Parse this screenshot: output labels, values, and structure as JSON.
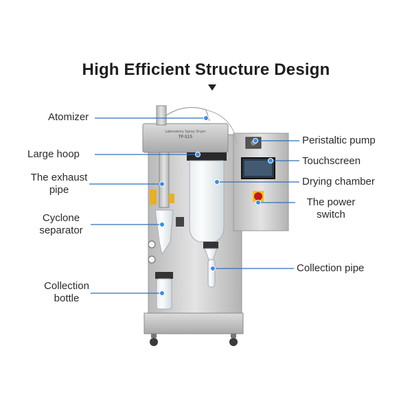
{
  "title": "High Efficient Structure Design",
  "colors": {
    "leader": "#2f6fb8",
    "dot": "#3a8ee6",
    "steel": "#c9c9c9",
    "steel_dark": "#8e8e8e",
    "text": "#2a2a2a"
  },
  "labels": {
    "atomizer": "Atomizer",
    "large_hoop": "Large hoop",
    "exhaust_pipe_1": "The exhaust",
    "exhaust_pipe_2": "pipe",
    "cyclone_1": "Cyclone",
    "cyclone_2": "separator",
    "collection_bottle_1": "Collection",
    "collection_bottle_2": "bottle",
    "peristaltic_pump": "Peristaltic pump",
    "touchscreen": "Touchscreen",
    "drying_chamber": "Drying chamber",
    "power_switch_1": "The power",
    "power_switch_2": "switch",
    "collection_pipe": "Collection pipe"
  }
}
